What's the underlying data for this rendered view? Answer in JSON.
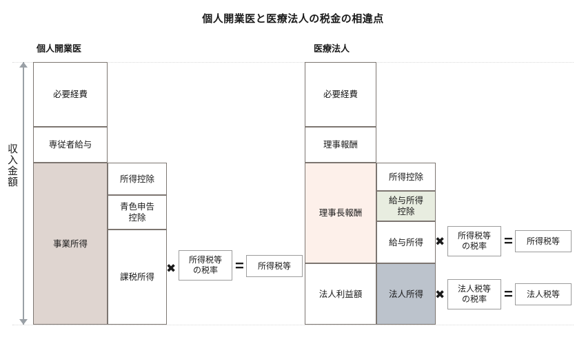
{
  "title": "個人開業医と医療法人の税金の相違点",
  "axis": {
    "label": "収入金額"
  },
  "columns": [
    {
      "key": "sole_practitioner",
      "heading": "個人開業医",
      "primary_stack": [
        {
          "label": "必要経費",
          "fill": "white"
        },
        {
          "label": "専従者給与",
          "fill": "white"
        },
        {
          "label": "事業所得",
          "fill": "beige"
        }
      ],
      "secondary_stack": [
        {
          "label": "所得控除",
          "fill": "white"
        },
        {
          "label": "青色申告\n控除",
          "fill": "white"
        },
        {
          "label": "課税所得",
          "fill": "white"
        }
      ],
      "formulas": [
        {
          "source": "課税所得",
          "times_symbol": "✖",
          "rate_label": "所得税等\nの税率",
          "equals_symbol": "=",
          "result_label": "所得税等"
        }
      ]
    },
    {
      "key": "medical_corporation",
      "heading": "医療法人",
      "primary_stack": [
        {
          "label": "必要経費",
          "fill": "white"
        },
        {
          "label": "理事報酬",
          "fill": "white"
        },
        {
          "label": "理事長報酬",
          "fill": "pink"
        },
        {
          "label": "法人利益額",
          "fill": "white"
        }
      ],
      "secondary_stack": [
        {
          "label": "所得控除",
          "fill": "white"
        },
        {
          "label": "給与所得\n控除",
          "fill": "green"
        },
        {
          "label": "給与所得",
          "fill": "white"
        },
        {
          "label": "法人所得",
          "fill": "bluegray"
        }
      ],
      "formulas": [
        {
          "source": "給与所得",
          "times_symbol": "✖",
          "rate_label": "所得税等\nの税率",
          "equals_symbol": "=",
          "result_label": "所得税等"
        },
        {
          "source": "法人所得",
          "times_symbol": "✖",
          "rate_label": "法人税等\nの税率",
          "equals_symbol": "=",
          "result_label": "法人税等"
        }
      ]
    }
  ],
  "colors": {
    "beige": "#DFD5D0",
    "pink": "#FDF0EA",
    "green": "#E8EDE0",
    "bluegray": "#BCC3CC",
    "border": "#7C7570",
    "axis": "#9AA0A6"
  }
}
